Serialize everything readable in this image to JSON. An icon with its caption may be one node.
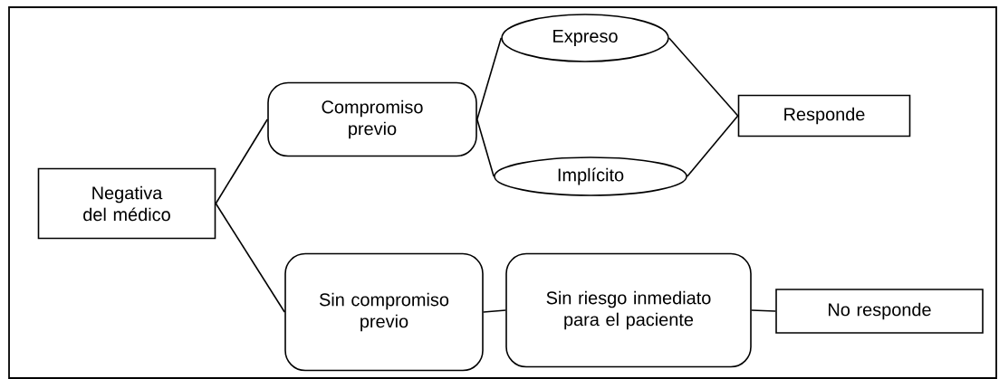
{
  "diagram": {
    "nodes": [
      {
        "text": [
          "Negativa del médico"
        ]
      },
      {
        "text": [
          "Compromiso previo"
        ]
      },
      {
        "text": [
          "Sin compromiso previo"
        ]
      },
      {
        "text": [
          "Expreso"
        ]
      },
      {
        "text": [
          "Implícito"
        ]
      },
      {
        "text": [
          "Responde"
        ]
      },
      {
        "text": [
          "Sin riesgo inmediato para el paciente"
        ]
      },
      {
        "text": [
          "No responde"
        ]
      }
    ],
    "edges": [
      {
        "from": 0,
        "to": 1,
        "arrow": "none"
      },
      {
        "from": 0,
        "to": 2,
        "arrow": "none"
      },
      {
        "from": 1,
        "to": 3,
        "arrow": "none"
      },
      {
        "from": 1,
        "to": 4,
        "arrow": "none"
      },
      {
        "from": 3,
        "to": 5,
        "arrow": "none"
      },
      {
        "from": 4,
        "to": 5,
        "arrow": "none"
      },
      {
        "from": 2,
        "to": 6,
        "arrow": "none"
      },
      {
        "from": 6,
        "to": 7,
        "arrow": "none"
      }
    ]
  }
}
